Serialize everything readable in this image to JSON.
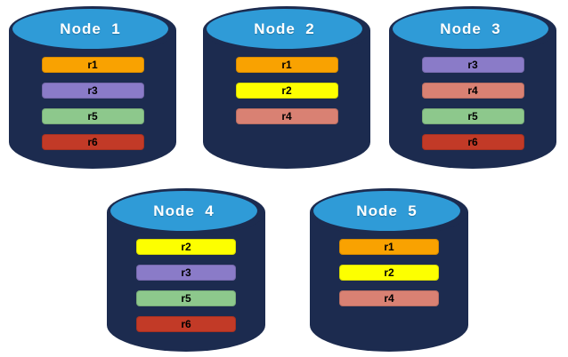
{
  "diagram": {
    "description": "Replica distribution across five database nodes"
  },
  "colors": {
    "cylinder_body": "#1C2B4F",
    "cylinder_top_face": "#2F9BD7",
    "replica_r1": "#F9A201",
    "replica_r2": "#FDFF00",
    "replica_r3": "#8A7BC8",
    "replica_r4": "#D98173",
    "replica_r5": "#8DC88C",
    "replica_r6": "#C23A27"
  },
  "nodes": [
    {
      "title": "Node  1",
      "bars": [
        {
          "label": "r1",
          "color": "#F9A201"
        },
        {
          "label": "r3",
          "color": "#8A7BC8"
        },
        {
          "label": "r5",
          "color": "#8DC88C"
        },
        {
          "label": "r6",
          "color": "#C23A27"
        }
      ]
    },
    {
      "title": "Node  2",
      "bars": [
        {
          "label": "r1",
          "color": "#F9A201"
        },
        {
          "label": "r2",
          "color": "#FDFF00"
        },
        {
          "label": "r4",
          "color": "#D98173"
        }
      ]
    },
    {
      "title": "Node  3",
      "bars": [
        {
          "label": "r3",
          "color": "#8A7BC8"
        },
        {
          "label": "r4",
          "color": "#D98173"
        },
        {
          "label": "r5",
          "color": "#8DC88C"
        },
        {
          "label": "r6",
          "color": "#C23A27"
        }
      ]
    },
    {
      "title": "Node  4",
      "bars": [
        {
          "label": "r2",
          "color": "#FDFF00"
        },
        {
          "label": "r3",
          "color": "#8A7BC8"
        },
        {
          "label": "r5",
          "color": "#8DC88C"
        },
        {
          "label": "r6",
          "color": "#C23A27"
        }
      ]
    },
    {
      "title": "Node  5",
      "bars": [
        {
          "label": "r1",
          "color": "#F9A201"
        },
        {
          "label": "r2",
          "color": "#FDFF00"
        },
        {
          "label": "r4",
          "color": "#D98173"
        }
      ]
    }
  ]
}
